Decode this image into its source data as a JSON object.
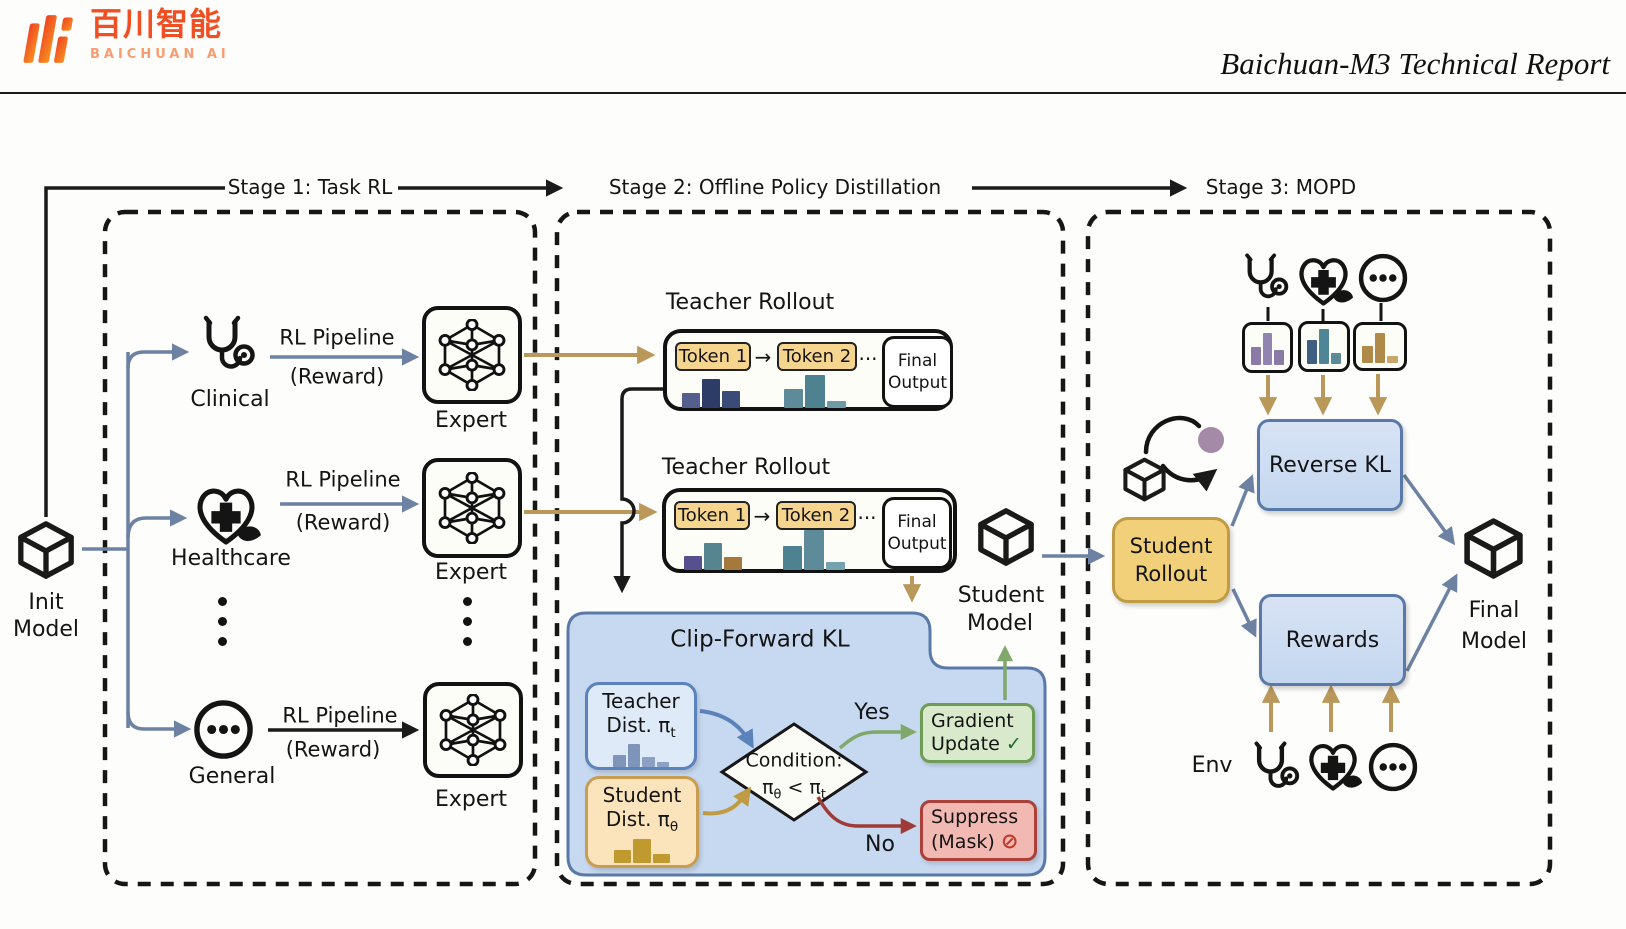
{
  "header": {
    "brand_cn": "百川智能",
    "brand_en": "BAICHUAN AI",
    "title": "Baichuan-M3 Technical Report"
  },
  "stage_labels": {
    "s1": "Stage 1: Task RL",
    "s2": "Stage 2: Offline Policy Distillation",
    "s3": "Stage 3: MOPD"
  },
  "init_model": {
    "line1": "Init",
    "line2": "Model"
  },
  "stage1": {
    "rows": [
      {
        "domain": "Clinical",
        "pipe1": "RL Pipeline",
        "pipe2": "(Reward)",
        "expert": "Expert"
      },
      {
        "domain": "Healthcare",
        "pipe1": "RL Pipeline",
        "pipe2": "(Reward)",
        "expert": "Expert"
      },
      {
        "domain": "General",
        "pipe1": "RL Pipeline",
        "pipe2": "(Reward)",
        "expert": "Expert"
      }
    ]
  },
  "stage2": {
    "rollouts": [
      {
        "title": "Teacher Rollout",
        "token1": "Token 1",
        "arrow": "→",
        "token2": "Token 2",
        "ellipsis": "...",
        "final1": "Final",
        "final2": "Output"
      },
      {
        "title": "Teacher Rollout",
        "token1": "Token 1",
        "arrow": "→",
        "token2": "Token 2",
        "ellipsis": "...",
        "final1": "Final",
        "final2": "Output"
      }
    ],
    "student_model": {
      "line1": "Student",
      "line2": "Model"
    },
    "clip_forward": {
      "title": "Clip-Forward KL",
      "teacher_dist": {
        "line1": "Teacher",
        "line2": "Dist. π",
        "sub": "t"
      },
      "student_dist": {
        "line1": "Student",
        "line2": "Dist. π",
        "sub": "θ"
      },
      "condition": {
        "line1": "Condition:",
        "pi1": "π",
        "sub1": "θ",
        "cmp": " < ",
        "pi2": "π",
        "sub2": "t"
      },
      "yes_label": "Yes",
      "no_label": "No",
      "gradient": {
        "line1": "Gradient",
        "line2": "Update",
        "check": "✓"
      },
      "suppress": {
        "line1": "Suppress",
        "line2": "(Mask)",
        "ban": "⊘"
      }
    }
  },
  "stage3": {
    "student_rollout": {
      "line1": "Student",
      "line2": "Rollout"
    },
    "reverse_kl": "Reverse KL",
    "rewards": "Rewards",
    "final_model": {
      "line1": "Final",
      "line2": "Model"
    },
    "env_label": "Env"
  },
  "colors": {
    "brand_orange": "#f04f23",
    "brand_orange_light": "#f79d71",
    "arrow_gold": "#b9985a",
    "arrow_bluegray": "#6d82a3",
    "panel_blue": "#c7d9f0",
    "kl_box_blue": "#cddef5",
    "token_fill": "#f6d58f",
    "student_rollout_fill": "#f2d079",
    "gradient_green": "#d9e9cc",
    "suppress_red": "#f1b9b2",
    "purple_dot": "#a58aa8",
    "ink": "#1a1a1a"
  },
  "distributions": {
    "tr1_t1": [
      {
        "h": 0.5,
        "c": "#555f8d"
      },
      {
        "h": 0.95,
        "c": "#2c3c66"
      },
      {
        "h": 0.55,
        "c": "#3a4b78"
      }
    ],
    "tr1_t2": [
      {
        "h": 0.55,
        "c": "#5d8b9a"
      },
      {
        "h": 0.95,
        "c": "#4f8291"
      },
      {
        "h": 0.2,
        "c": "#6f9ba8"
      }
    ],
    "tr2_t1": [
      {
        "h": 0.5,
        "c": "#57508f"
      },
      {
        "h": 0.95,
        "c": "#56858f"
      },
      {
        "h": 0.48,
        "c": "#a5793c"
      }
    ],
    "tr2_t2": [
      {
        "h": 0.6,
        "c": "#4f8291"
      },
      {
        "h": 1.0,
        "c": "#5d8b9a"
      },
      {
        "h": 0.2,
        "c": "#74a2ae"
      }
    ],
    "teacher": [
      {
        "h": 0.5,
        "c": "#7e94b8"
      },
      {
        "h": 0.95,
        "c": "#7e94b8"
      },
      {
        "h": 0.4,
        "c": "#8ba0c2"
      },
      {
        "h": 0.18,
        "c": "#8ba0c2"
      }
    ],
    "student": [
      {
        "h": 0.5,
        "c": "#c0992f"
      },
      {
        "h": 0.9,
        "c": "#c0992f"
      },
      {
        "h": 0.33,
        "c": "#c0992f"
      }
    ],
    "s3_clinical": [
      {
        "h": 0.5,
        "c": "#8a7aa5"
      },
      {
        "h": 0.88,
        "c": "#9184b0"
      },
      {
        "h": 0.42,
        "c": "#8a7aa5"
      }
    ],
    "s3_healthcare": [
      {
        "h": 0.68,
        "c": "#3e5f82"
      },
      {
        "h": 0.97,
        "c": "#4f8696"
      },
      {
        "h": 0.3,
        "c": "#5d8a99"
      }
    ],
    "s3_general": [
      {
        "h": 0.5,
        "c": "#b08a48"
      },
      {
        "h": 0.88,
        "c": "#b08a48"
      },
      {
        "h": 0.2,
        "c": "#c9a96b"
      }
    ]
  }
}
